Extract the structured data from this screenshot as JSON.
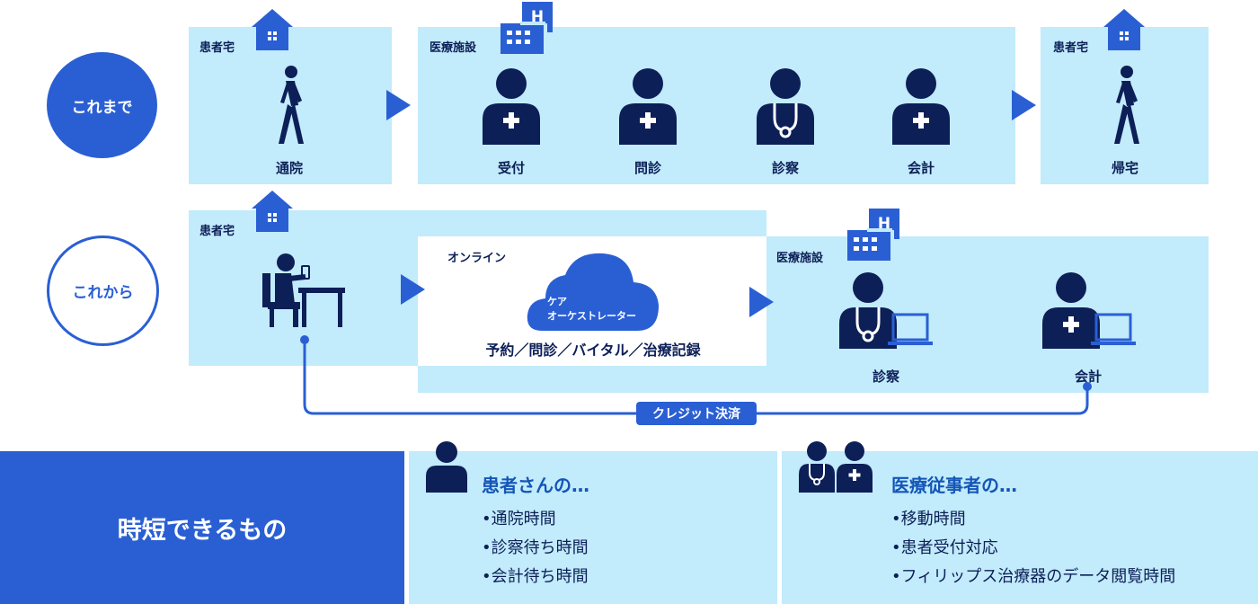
{
  "colors": {
    "accent": "#2a5fd4",
    "panel": "#c2ebfb",
    "navy": "#0d1f57",
    "title_blue": "#1456b8"
  },
  "before": {
    "circle_label": "これまで",
    "home1": {
      "title": "患者宅",
      "caption": "通院"
    },
    "facility": {
      "title": "医療施設",
      "steps": [
        "受付",
        "問診",
        "診察",
        "会計"
      ]
    },
    "home2": {
      "title": "患者宅",
      "caption": "帰宅"
    }
  },
  "after": {
    "circle_label": "これから",
    "home": {
      "title": "患者宅"
    },
    "online": {
      "title": "オンライン",
      "cloud_line1": "ケア",
      "cloud_line2": "オーケストレーター",
      "caption": "予約／問診／バイタル／治療記録"
    },
    "facility": {
      "title": "医療施設",
      "steps": [
        "診察",
        "会計"
      ]
    },
    "payment_label": "クレジット決済"
  },
  "bottom": {
    "heading": "時短できるもの",
    "patient": {
      "title": "患者さんの…",
      "items": [
        "•通院時間",
        "•診察待ち時間",
        "•会計待ち時間"
      ]
    },
    "staff": {
      "title": "医療従事者の…",
      "items": [
        "•移動時間",
        "•患者受付対応",
        "•フィリップス治療器のデータ閲覧時間"
      ]
    }
  },
  "icons": [
    "house-icon",
    "hospital-icon",
    "walking-person-icon",
    "receptionist-icon",
    "doctor-icon",
    "desk-person-icon",
    "cloud-icon",
    "laptop-icon"
  ]
}
